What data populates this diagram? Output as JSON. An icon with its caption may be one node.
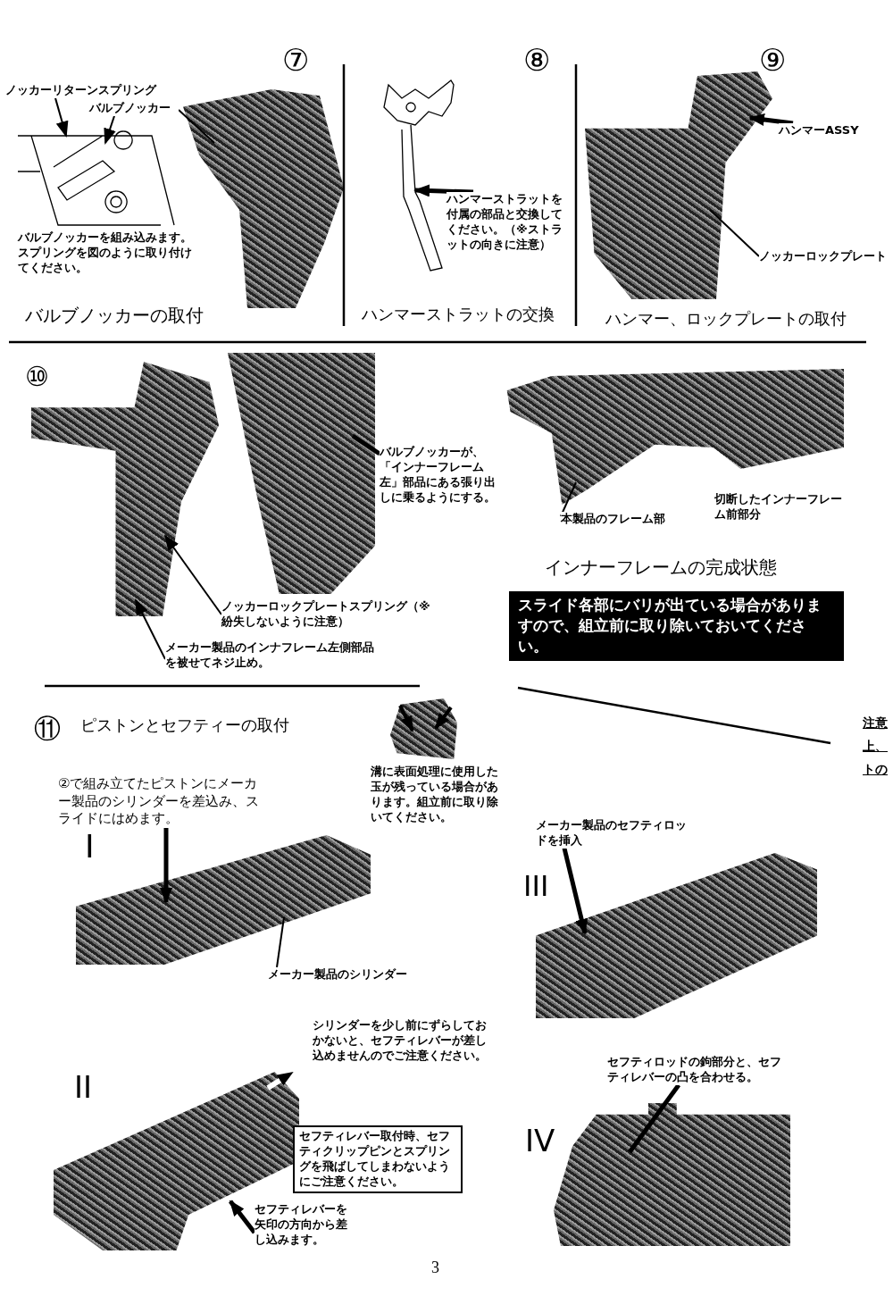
{
  "diagram": {
    "nodes": [
      {
        "text": [],
        "shape": "picture"
      },
      {
        "text": [],
        "shape": "picture"
      },
      {
        "text": [
          "ノッカーリターンスプリング"
        ]
      },
      {
        "text": [
          "バルブノッカー"
        ]
      },
      {
        "text": [],
        "shape": "picture"
      },
      {
        "text": [
          "ハンマーストラットを付属の部品と交換してください。（※ストラットの向きに注意）"
        ]
      },
      {
        "text": [],
        "shape": "picture"
      },
      {
        "text": [
          "ハンマーASSY"
        ]
      },
      {
        "text": [
          "ノッカーロックプレート"
        ]
      },
      {
        "text": [],
        "shape": "picture"
      },
      {
        "text": [],
        "shape": "picture"
      },
      {
        "text": [
          "バルブノッカーが、「インナーフレーム左」部品にある張り出しに乗るようにする。"
        ]
      },
      {
        "text": [
          "ノッカーロックプレートスプリング（※紛失しないように注意）"
        ]
      },
      {
        "text": [
          "メーカー製品のインナフレーム左側部品を被せてネジ止め。"
        ]
      },
      {
        "text": [],
        "shape": "picture"
      },
      {
        "text": [
          "本製品のフレーム部"
        ]
      },
      {
        "text": [
          "スライド各部にバリが出ている場合がありますので、組立前に取り除いておいてください。"
        ]
      },
      {
        "text": [],
        "shape": "picture",
        "beside": [
          "溝に表面処理に使用した玉が残っている場合があります。組立前に取り除いてください。"
        ]
      },
      {
        "text": [
          "②で組み立てたピストンにメーカー製品のシリンダーを差込み、スライドにはめます。"
        ]
      },
      {
        "text": [],
        "shape": "picture"
      },
      {
        "text": [
          "メーカー製品のシリンダー"
        ]
      },
      {
        "text": [
          "メーカー製品のセフティロッドを挿入"
        ]
      },
      {
        "text": [],
        "shape": "picture"
      },
      {
        "text": [],
        "shape": "picture"
      },
      {
        "text": [
          "セフティレバー取付時、セフティクリップピンとスプリングを飛ばしてしまわないようにご注意ください。"
        ]
      },
      {
        "text": [
          "セフティレバーを矢印の方向から差し込みます。"
        ]
      },
      {
        "text": [
          "セフティロッドの鉤部分と、セフティレバーの凸を合わせる。"
        ]
      },
      {
        "text": [],
        "shape": "picture"
      }
    ],
    "edges": [
      {
        "from": 2,
        "to": 0,
        "arrow": "to"
      },
      {
        "from": 3,
        "to": 0,
        "arrow": "to"
      },
      {
        "from": 3,
        "to": 1,
        "arrow": "none"
      },
      {
        "from": 5,
        "to": 4,
        "arrow": "to",
        "style": "thick"
      },
      {
        "from": 7,
        "to": 6,
        "arrow": "to",
        "style": "thick"
      },
      {
        "from": 8,
        "to": 6,
        "arrow": "none"
      },
      {
        "from": 11,
        "to": 10,
        "arrow": "none",
        "style": "thick"
      },
      {
        "from": 12,
        "to": 9,
        "arrow": "to"
      },
      {
        "from": 13,
        "to": 9,
        "arrow": "to"
      },
      {
        "from": 15,
        "to": 14,
        "arrow": "none"
      },
      {
        "from": 18,
        "to": 19,
        "arrow": "to",
        "style": "thick"
      },
      {
        "from": 20,
        "to": 19,
        "arrow": "none"
      },
      {
        "from": 21,
        "to": 22,
        "arrow": "to",
        "style": "thick"
      },
      {
        "from": 25,
        "to": 23,
        "arrow": "to",
        "style": "thick"
      },
      {
        "from": 26,
        "to": 27,
        "arrow": "none",
        "style": "thick"
      }
    ],
    "labels": [
      "⑦",
      "⑧",
      "⑨",
      "バルブノッカーを組み込みます。スプリングを図のように取り付けてください。",
      "バルブノッカーの取付",
      "ハンマーストラットの交換",
      "ハンマー、ロックプレートの取付",
      "⑩",
      "切断したインナーフレーム前部分",
      "インナーフレームの完成状態",
      "⑪",
      "ピストンとセフティーの取付",
      "注意",
      "上、",
      "トの",
      "I",
      "III",
      "シリンダーを少し前にずらしておかないと、セフティレバーが差し込めませんのでご注意ください。",
      "II",
      "IV",
      "3"
    ]
  }
}
